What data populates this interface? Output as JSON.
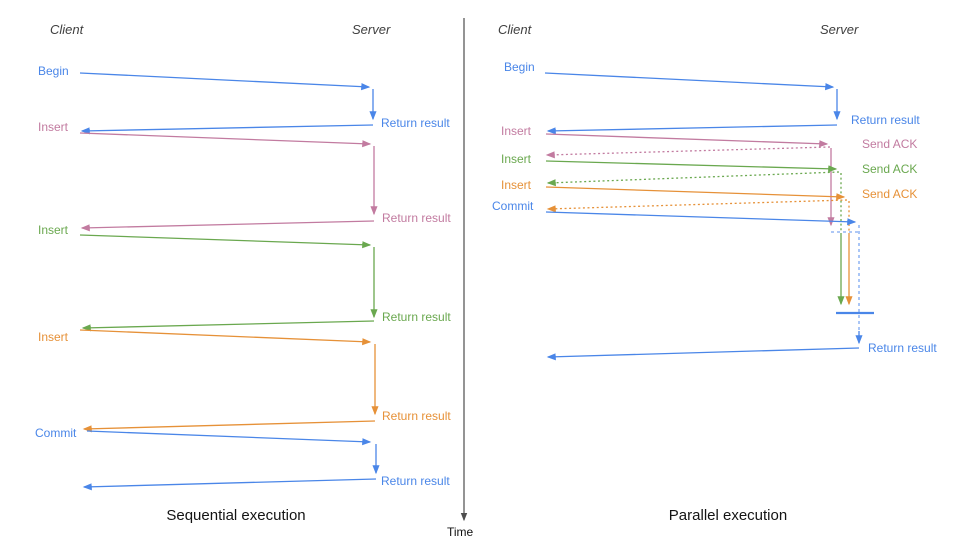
{
  "colors": {
    "blue": "#4a86e8",
    "pink": "#c27ba0",
    "green": "#6aa84f",
    "orange": "#e69138",
    "blue_light": "#7da7f0",
    "divider": "#4d4d4d"
  },
  "left": {
    "title": "Sequential execution",
    "client_header": "Client",
    "server_header": "Server",
    "messages": [
      {
        "label": "Begin",
        "color": "blue",
        "response": "Return result"
      },
      {
        "label": "Insert",
        "color": "pink",
        "response": "Return result"
      },
      {
        "label": "Insert",
        "color": "green",
        "response": "Return result"
      },
      {
        "label": "Insert",
        "color": "orange",
        "response": "Return result"
      },
      {
        "label": "Commit",
        "color": "blue",
        "response": "Return result"
      }
    ]
  },
  "right": {
    "title": "Parallel execution",
    "client_header": "Client",
    "server_header": "Server",
    "messages": [
      {
        "label": "Begin",
        "color": "blue",
        "response": "Return result"
      },
      {
        "label": "Insert",
        "color": "pink",
        "response": "Send ACK"
      },
      {
        "label": "Insert",
        "color": "green",
        "response": "Send ACK"
      },
      {
        "label": "Insert",
        "color": "orange",
        "response": "Send ACK"
      },
      {
        "label": "Commit",
        "color": "blue",
        "response": ""
      }
    ],
    "final_response": "Return result"
  },
  "timeline": {
    "label": "Time"
  }
}
